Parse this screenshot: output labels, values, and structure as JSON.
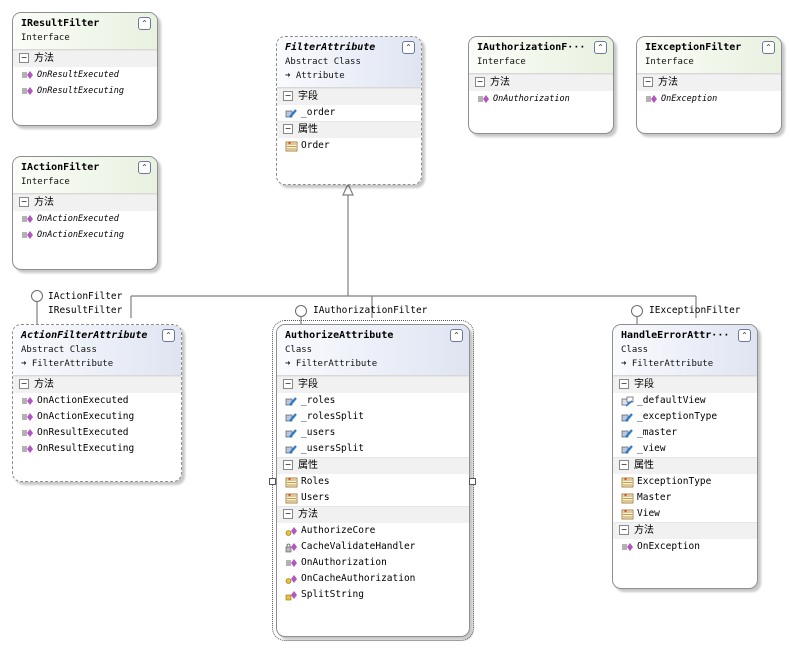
{
  "colors": {
    "interface_header": "#e9f1e0",
    "class_header": "#dfe4f2",
    "member_icon": "#b455c4",
    "field_icon": "#2d7bd0",
    "property_icon": "#b07a2a",
    "line": "#7f7f7f"
  },
  "sections": {
    "methods": "方法",
    "fields": "字段",
    "properties": "属性"
  },
  "collapse_glyph": "⌃",
  "iresultfilter": {
    "name": "IResultFilter",
    "kind": "Interface",
    "methods": [
      "OnResultExecuted",
      "OnResultExecuting"
    ]
  },
  "iactionfilter": {
    "name": "IActionFilter",
    "kind": "Interface",
    "methods": [
      "OnActionExecuted",
      "OnActionExecuting"
    ]
  },
  "filterattribute": {
    "name": "FilterAttribute",
    "kind": "Abstract Class",
    "base": "Attribute",
    "fields": [
      "_order"
    ],
    "properties": [
      "Order"
    ]
  },
  "iauthorizationfilter": {
    "name": "IAuthorizationF···",
    "kind": "Interface",
    "methods": [
      "OnAuthorization"
    ]
  },
  "iexceptionfilter": {
    "name": "IExceptionFilter",
    "kind": "Interface",
    "methods": [
      "OnException"
    ]
  },
  "actionfilterattribute": {
    "name": "ActionFilterAttribute",
    "kind": "Abstract Class",
    "base": "FilterAttribute",
    "interfaces": [
      "IActionFilter",
      "IResultFilter"
    ],
    "methods": [
      "OnActionExecuted",
      "OnActionExecuting",
      "OnResultExecuted",
      "OnResultExecuting"
    ]
  },
  "authorizeattribute": {
    "name": "AuthorizeAttribute",
    "kind": "Class",
    "base": "FilterAttribute",
    "interfaces": [
      "IAuthorizationFilter"
    ],
    "fields": [
      "_roles",
      "_rolesSplit",
      "_users",
      "_usersSplit"
    ],
    "properties": [
      "Roles",
      "Users"
    ],
    "methods": [
      "AuthorizeCore",
      "CacheValidateHandler",
      "OnAuthorization",
      "OnCacheAuthorization",
      "SplitString"
    ]
  },
  "handleerrorattribute": {
    "name": "HandleErrorAttr···",
    "kind": "Class",
    "base": "FilterAttribute",
    "interfaces": [
      "IExceptionFilter"
    ],
    "fields": [
      "_defaultView",
      "_exceptionType",
      "_master",
      "_view"
    ],
    "properties": [
      "ExceptionType",
      "Master",
      "View"
    ],
    "methods": [
      "OnException"
    ]
  }
}
